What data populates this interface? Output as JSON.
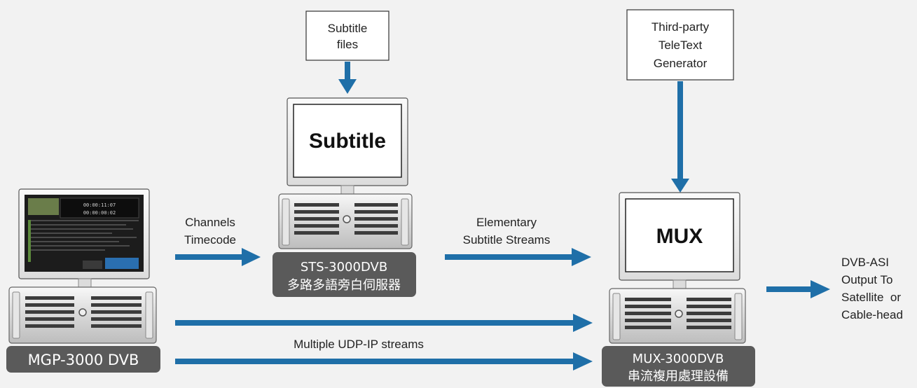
{
  "colors": {
    "arrow": "#1f6fa8",
    "label_bg": "#5a5a5a",
    "background": "#f2f2f2"
  },
  "subtitle_files_box": [
    "Subtitle",
    "files"
  ],
  "teletext_box": [
    "Third-party",
    "TeleText",
    "Generator"
  ],
  "sts": {
    "screen_text": "Subtitle",
    "label_line1": "STS-3000DVB",
    "label_line2": "多路多語旁白伺服器"
  },
  "mux": {
    "screen_text": "MUX",
    "label_line1": "MUX-3000DVB",
    "label_line2": "串流複用處理設備"
  },
  "mgp": {
    "label": "MGP-3000 DVB",
    "screen_time1": "00:00:11:07",
    "screen_time2": "00:00:00:02"
  },
  "arrow_labels": {
    "channels": [
      "Channels",
      "Timecode"
    ],
    "elementary": [
      "Elementary",
      "Subtitle Streams"
    ],
    "udp": "Multiple UDP-IP streams"
  },
  "output_text": [
    "DVB-ASI",
    "Output To",
    "Satellite  or",
    "Cable-head"
  ]
}
